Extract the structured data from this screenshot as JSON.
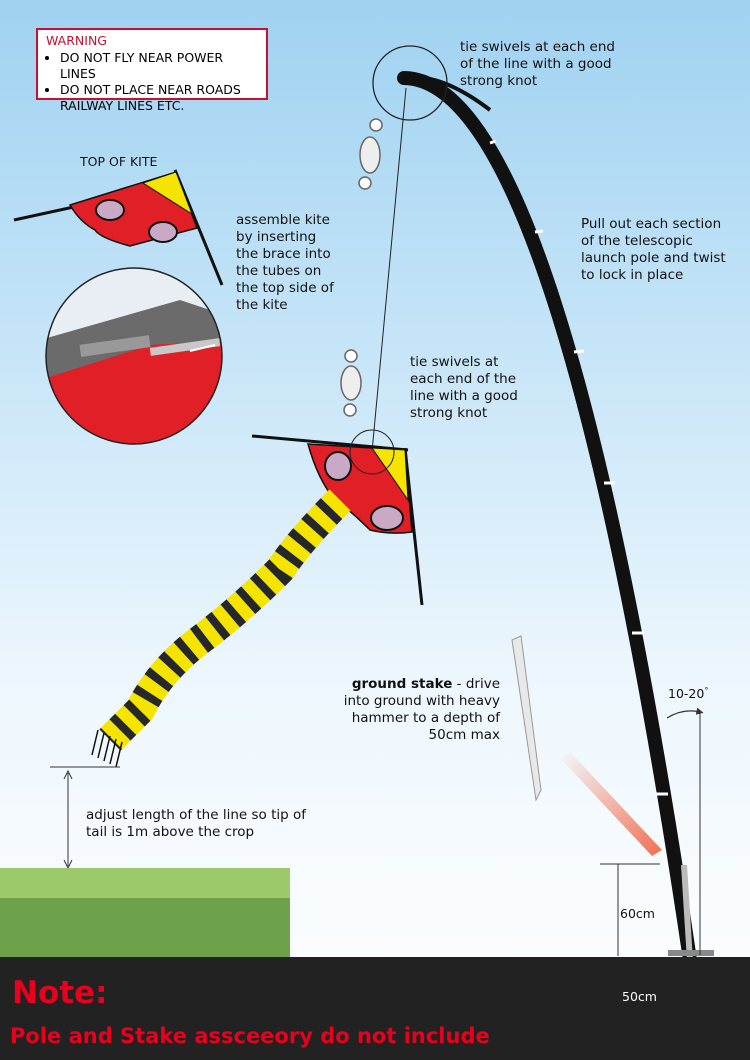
{
  "warning": {
    "title": "WARNING",
    "items": [
      "DO NOT FLY NEAR POWER LINES",
      "DO NOT PLACE NEAR ROADS",
      "RAILWAY LINES ETC."
    ]
  },
  "labels": {
    "top_of_kite": "TOP OF KITE",
    "assemble": [
      "assemble kite",
      "by inserting",
      "the brace into",
      "the tubes on",
      "the top side of",
      "the kite"
    ],
    "tie_swivels_top": [
      "tie swivels at each end",
      "of the line with a good",
      "strong knot"
    ],
    "tie_swivels_mid": [
      "tie swivels at",
      "each end of the",
      "line with a good",
      "strong knot"
    ],
    "pull_out": [
      "Pull out each section",
      "of the telescopic",
      "launch pole and twist",
      "to lock in place"
    ],
    "ground_stake_bold": "ground stake",
    "ground_stake_rest": [
      " - drive",
      "into ground with heavy",
      "hammer to a depth of",
      "50cm max"
    ],
    "adjust_line": [
      "adjust length of the line so tip of",
      "tail is 1m above the crop"
    ],
    "angle": "10-20",
    "angle_unit": "°",
    "depth_60": "60cm",
    "depth_50": "50cm"
  },
  "note": {
    "title": "Note:",
    "text": "Pole and Stake assceeory do not include"
  },
  "colors": {
    "warning_red": "#c8102e",
    "note_red": "#e8001c",
    "kite_red": "#e01f26",
    "kite_yellow": "#f5e400",
    "pole_black": "#111111",
    "ground": "#222222"
  }
}
